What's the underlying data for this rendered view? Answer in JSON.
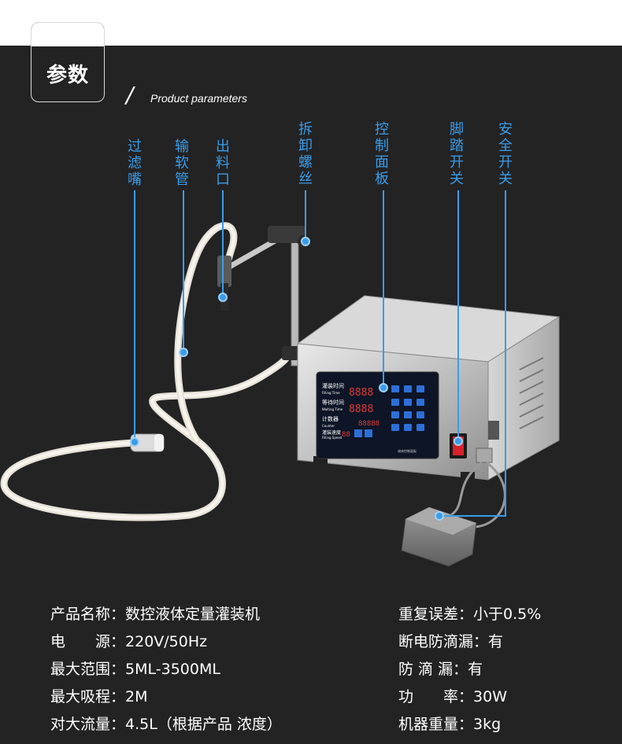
{
  "header": {
    "title": "参数",
    "subtitle": "Product parameters"
  },
  "callouts": [
    {
      "id": "filter",
      "label": "过滤嘴"
    },
    {
      "id": "hose",
      "label": "输软管"
    },
    {
      "id": "outlet",
      "label": "出料口"
    },
    {
      "id": "screw",
      "label": "拆卸螺丝"
    },
    {
      "id": "panel",
      "label": "控制面板"
    },
    {
      "id": "pedal",
      "label": "脚踏开关"
    },
    {
      "id": "safety",
      "label": "安全开关"
    }
  ],
  "specs_left": [
    {
      "key": "产品名称：",
      "value": "数控液体定量灌装机"
    },
    {
      "key": "电　　源：",
      "value": "220V/50Hz"
    },
    {
      "key": "最大范围：",
      "value": "5ML-3500ML"
    },
    {
      "key": "最大吸程：",
      "value": "2M"
    },
    {
      "key": "对大流量：",
      "value": "4.5L（根据产品 浓度）"
    }
  ],
  "specs_right": [
    {
      "key": "重复误差：",
      "value": "小于0.5%"
    },
    {
      "key": "断电防滴漏：",
      "value": "有"
    },
    {
      "key": "防 滴 漏：",
      "value": "有"
    },
    {
      "key": "功　　率：",
      "value": "30W"
    },
    {
      "key": "机器重量：",
      "value": "3kg"
    }
  ],
  "panel_labels": {
    "filling_time": "灌装时间",
    "filling_time_en": "Filling Time",
    "waiting_time": "等待时间",
    "waiting_time_en": "Waiting Time",
    "counter": "计数器",
    "counter_en": "Counter",
    "speed": "灌装速度",
    "speed_en": "Filling Speed",
    "display_value": "8888",
    "footer": "液体控制面板"
  },
  "colors": {
    "accent": "#3a9ce8",
    "background": "#232324",
    "text": "#ffffff"
  }
}
